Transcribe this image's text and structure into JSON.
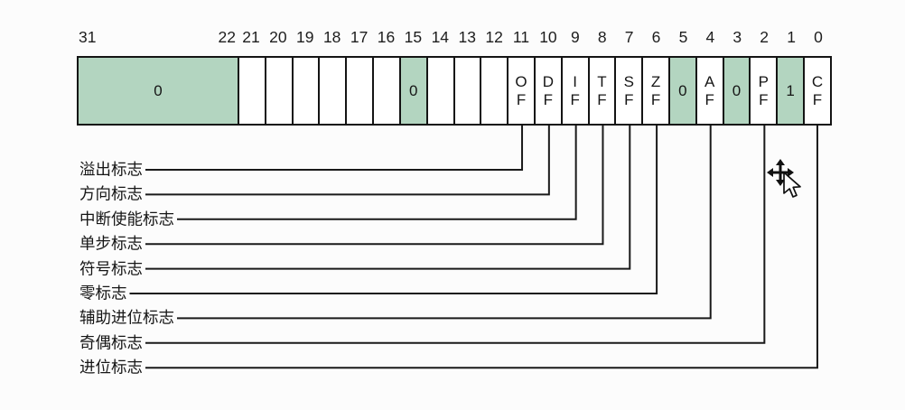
{
  "register": {
    "cells": [
      {
        "bits": [
          "31",
          "22"
        ],
        "content": "0",
        "green": true,
        "wide": true
      },
      {
        "bits": [
          "21"
        ],
        "content": "",
        "green": false,
        "wide": false
      },
      {
        "bits": [
          "20"
        ],
        "content": "",
        "green": false,
        "wide": false
      },
      {
        "bits": [
          "19"
        ],
        "content": "",
        "green": false,
        "wide": false
      },
      {
        "bits": [
          "18"
        ],
        "content": "",
        "green": false,
        "wide": false
      },
      {
        "bits": [
          "17"
        ],
        "content": "",
        "green": false,
        "wide": false
      },
      {
        "bits": [
          "16"
        ],
        "content": "",
        "green": false,
        "wide": false
      },
      {
        "bits": [
          "15"
        ],
        "content": "0",
        "green": true,
        "wide": false
      },
      {
        "bits": [
          "14"
        ],
        "content": "",
        "green": false,
        "wide": false
      },
      {
        "bits": [
          "13"
        ],
        "content": "",
        "green": false,
        "wide": false
      },
      {
        "bits": [
          "12"
        ],
        "content": "",
        "green": false,
        "wide": false
      },
      {
        "bits": [
          "11"
        ],
        "content": "O\nF",
        "green": false,
        "wide": false
      },
      {
        "bits": [
          "10"
        ],
        "content": "D\nF",
        "green": false,
        "wide": false
      },
      {
        "bits": [
          "9"
        ],
        "content": "I\nF",
        "green": false,
        "wide": false
      },
      {
        "bits": [
          "8"
        ],
        "content": "T\nF",
        "green": false,
        "wide": false
      },
      {
        "bits": [
          "7"
        ],
        "content": "S\nF",
        "green": false,
        "wide": false
      },
      {
        "bits": [
          "6"
        ],
        "content": "Z\nF",
        "green": false,
        "wide": false
      },
      {
        "bits": [
          "5"
        ],
        "content": "0",
        "green": true,
        "wide": false
      },
      {
        "bits": [
          "4"
        ],
        "content": "A\nF",
        "green": false,
        "wide": false
      },
      {
        "bits": [
          "3"
        ],
        "content": "0",
        "green": true,
        "wide": false
      },
      {
        "bits": [
          "2"
        ],
        "content": "P\nF",
        "green": false,
        "wide": false
      },
      {
        "bits": [
          "1"
        ],
        "content": "1",
        "green": true,
        "wide": false
      },
      {
        "bits": [
          "0"
        ],
        "content": "C\nF",
        "green": false,
        "wide": false
      }
    ]
  },
  "flag_labels": [
    {
      "text": "溢出标志",
      "bit": "11"
    },
    {
      "text": "方向标志",
      "bit": "10"
    },
    {
      "text": "中断使能标志",
      "bit": "9"
    },
    {
      "text": "单步标志",
      "bit": "8"
    },
    {
      "text": "符号标志",
      "bit": "7"
    },
    {
      "text": "零标志",
      "bit": "6"
    },
    {
      "text": "辅助进位标志",
      "bit": "4"
    },
    {
      "text": "奇偶标志",
      "bit": "2"
    },
    {
      "text": "进位标志",
      "bit": "0"
    }
  ],
  "colors": {
    "cell_green": "#b3d5c0",
    "line": "#1a1a1a",
    "border": "#141414",
    "background": "#fcfcfc"
  }
}
